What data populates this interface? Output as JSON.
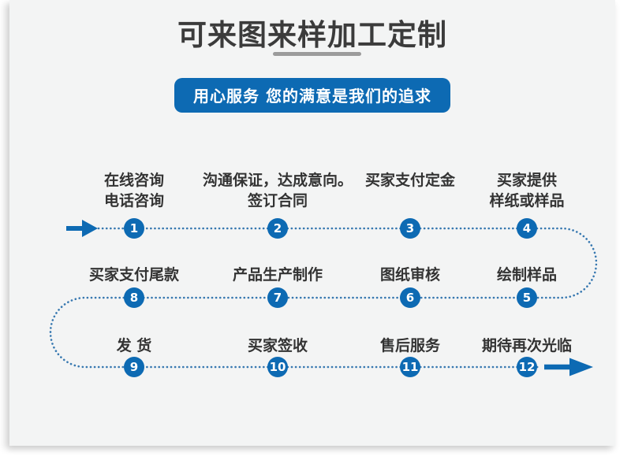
{
  "header": {
    "title": "可来图来样加工定制",
    "subtitle": "用心服务 您的满意是我们的追求"
  },
  "flow": {
    "steps": [
      {
        "number": "1",
        "label": "在线咨询\n电话咨询"
      },
      {
        "number": "2",
        "label": "沟通保证，达成意向。\n签订合同"
      },
      {
        "number": "3",
        "label": "买家支付定金"
      },
      {
        "number": "4",
        "label": "买家提供\n样纸或样品"
      },
      {
        "number": "5",
        "label": "绘制样品"
      },
      {
        "number": "6",
        "label": "图纸审核"
      },
      {
        "number": "7",
        "label": "产品生产制作"
      },
      {
        "number": "8",
        "label": "买家支付尾款"
      },
      {
        "number": "9",
        "label": "发 货"
      },
      {
        "number": "10",
        "label": "买家签收"
      },
      {
        "number": "11",
        "label": "售后服务"
      },
      {
        "number": "12",
        "label": "期待再次光临"
      }
    ]
  },
  "icons": {
    "start_arrow": "arrow-right",
    "end_arrow": "arrow-right"
  },
  "colors": {
    "accent_blue": "#0d6ab3",
    "dot_blue": "#3778b0",
    "title_gray": "#3b3b3b",
    "label_gray": "#333333",
    "divider_gray": "#9b9b9b",
    "card_bg": "#f3f4f4",
    "page_bg": "#ffffff"
  }
}
